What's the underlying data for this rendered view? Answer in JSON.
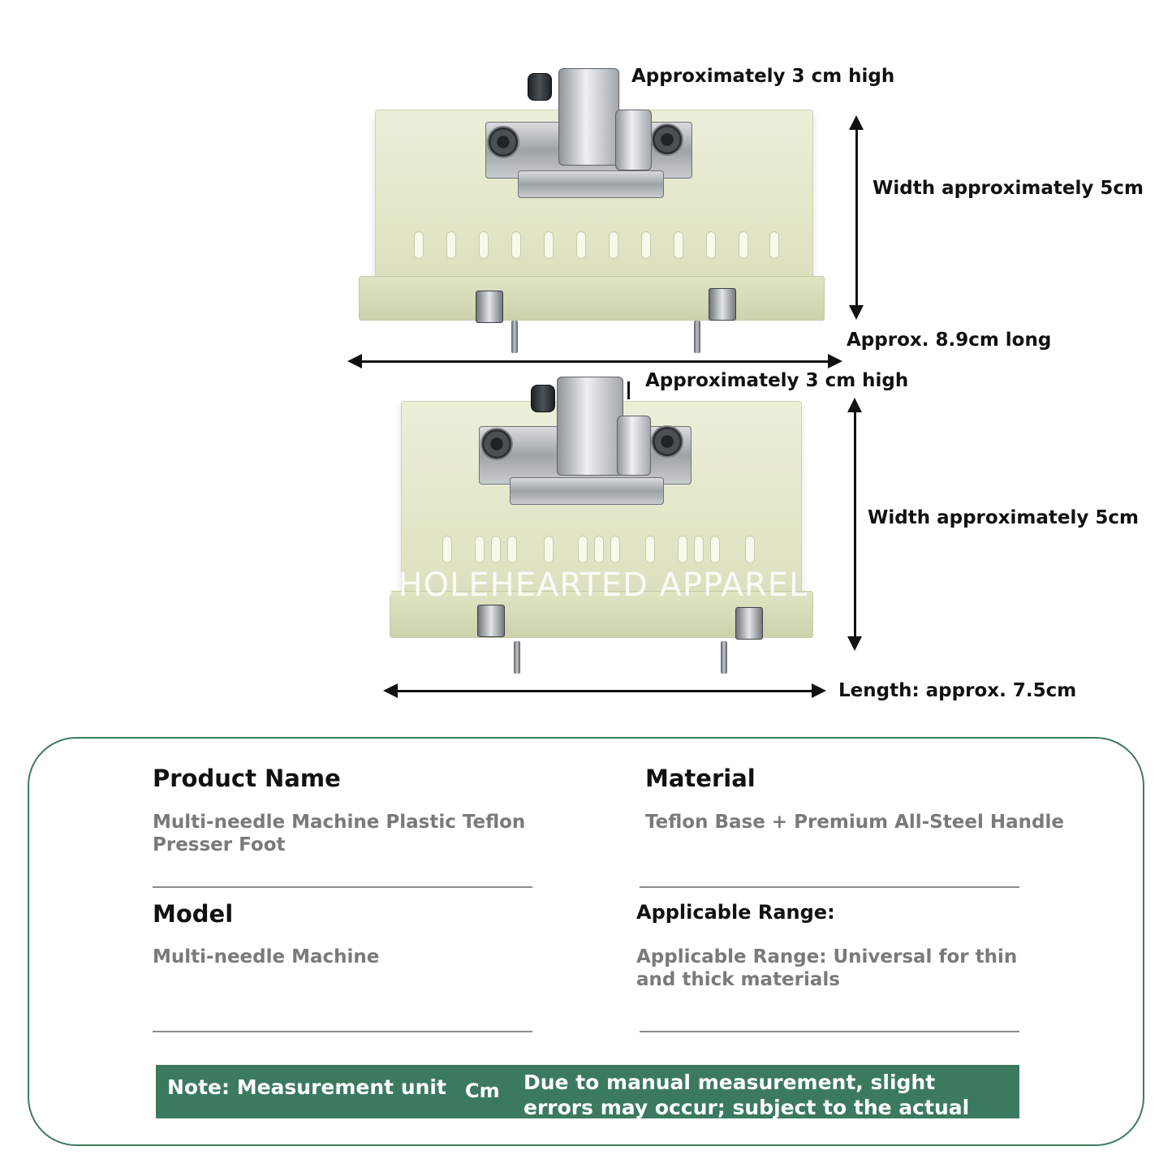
{
  "dimensions": {
    "top_height": "Approximately 3 cm high",
    "top_width": "Width approximately 5cm",
    "top_length": "Approx. 8.9cm long",
    "bottom_height": "Approximately 3 cm high",
    "bottom_width": "Width approximately 5cm",
    "bottom_length": "Length: approx. 7.5cm"
  },
  "watermark": "WHOLEHEARTED APPAREL",
  "specs": {
    "product_name_title": "Product Name",
    "product_name_value": "Multi-needle Machine Plastic Teflon Presser Foot",
    "material_title": "Material",
    "material_value": "Teflon Base + Premium All-Steel Handle",
    "model_title": "Model",
    "model_value": "Multi-needle Machine",
    "range_title": "Applicable Range:",
    "range_value": "Applicable Range: Universal for thin and thick materials"
  },
  "note": {
    "label": "Note: Measurement unit",
    "unit": "Cm",
    "disclaimer": "Due to manual measurement, slight errors may occur; subject to the actual product."
  },
  "colors": {
    "accent_green": "#3b7a5e",
    "card_border": "#3f7a5f",
    "muted_text": "#7a7a7a"
  }
}
